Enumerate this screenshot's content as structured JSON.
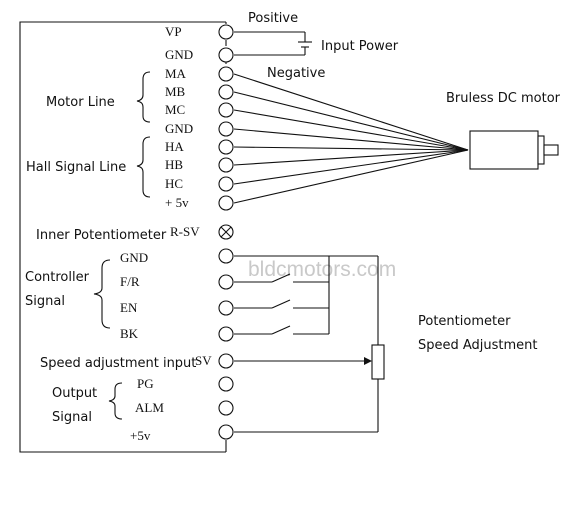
{
  "watermark": "bldcmotors.com",
  "power": {
    "positive": "Positive",
    "negative": "Negative",
    "input_power": "Input Power"
  },
  "motor": {
    "label": "Bruless DC motor"
  },
  "groups": {
    "motor_line": "Motor Line",
    "hall_signal_line": "Hall Signal Line",
    "controller_signal_line1": "Controller",
    "controller_signal_line2": "Signal",
    "output_signal_line1": "Output",
    "output_signal_line2": "Signal"
  },
  "pins": {
    "vp": "VP",
    "gnd": "GND",
    "ma": "MA",
    "mb": "MB",
    "mc": "MC",
    "gnd2": "GND",
    "ha": "HA",
    "hb": "HB",
    "hc": "HC",
    "v5": "+ 5v",
    "rsv": "R-SV",
    "gnd3": "GND",
    "fr": "F/R",
    "en": "EN",
    "bk": "BK",
    "sv": "SV",
    "pg": "PG",
    "alm": "ALM",
    "v5b": "+5v"
  },
  "labels": {
    "inner_potentiometer": "Inner Potentiometer",
    "speed_adjustment_input": "Speed adjustment input",
    "potentiometer": "Potentiometer",
    "speed_adjustment": "Speed Adjustment"
  }
}
